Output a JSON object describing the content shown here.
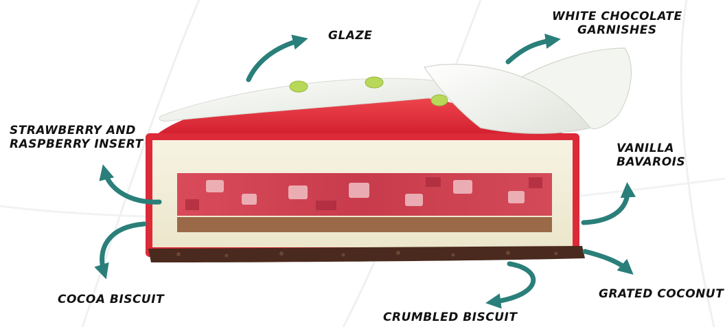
{
  "colors": {
    "arrow": "#2a7f7a",
    "text": "#111111",
    "glaze": "#e02a3a",
    "bavarois": "#f1ecd6",
    "insert": "#d24a5a",
    "cocoa_biscuit": "#8a5a3a",
    "crumbled_biscuit": "#4a2a1e",
    "white_chocolate": "#eef0ea",
    "garnish_dots": "#b8d85a"
  },
  "labels": {
    "glaze": "glaze",
    "white_chocolate_line1": "White chocolate",
    "white_chocolate_line2": "garnishes",
    "insert_line1": "Strawberry and",
    "insert_line2": "raspberry insert",
    "vanilla_line1": "Vanilla",
    "vanilla_line2": "Bavarois",
    "cocoa_biscuit": "Cocoa Biscuit",
    "grated_coconut": "Grated coconut",
    "crumbled_biscuit": "Crumbled Biscuit"
  }
}
